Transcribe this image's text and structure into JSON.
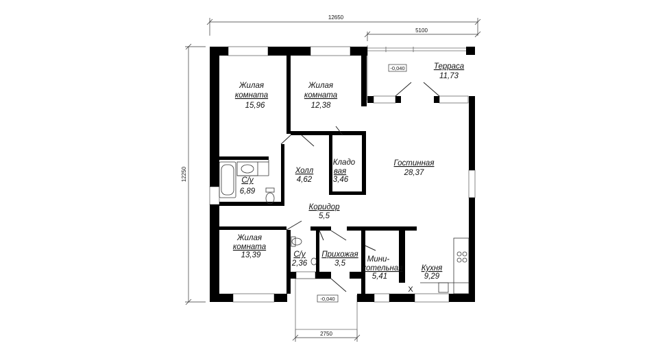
{
  "dimensions": {
    "total_width": "12650",
    "terrace_width": "5100",
    "total_height": "12250",
    "porch_width": "2750"
  },
  "levels": {
    "terrace": "-0,040",
    "porch": "-0,040"
  },
  "rooms": {
    "bedroom1": {
      "name_line1": "Жилая",
      "name_line2": "комната",
      "area": "15,96"
    },
    "bedroom2": {
      "name_line1": "Жилая",
      "name_line2": "комната",
      "area": "12,38"
    },
    "bedroom3": {
      "name_line1": "Жилая",
      "name_line2": "комната",
      "area": "13,39"
    },
    "terrace": {
      "name": "Терраса",
      "area": "11,73"
    },
    "bathroom1": {
      "name": "С/у",
      "area": "6,89"
    },
    "hall": {
      "name": "Холл",
      "area": "4,62"
    },
    "storage": {
      "name_line1": "Кладо",
      "name_line2": "вая",
      "area": "3,46"
    },
    "living": {
      "name": "Гостинная",
      "area": "28,37"
    },
    "corridor": {
      "name": "Коридор",
      "area": "5,5"
    },
    "bathroom2": {
      "name": "С/у",
      "area": "2,36"
    },
    "entry": {
      "name": "Прихожая",
      "area": "3,5"
    },
    "boiler": {
      "name_line1": "Мини-",
      "name_line2": "котельная",
      "area": "5,41"
    },
    "kitchen": {
      "name": "Кухня",
      "area": "9,29"
    }
  },
  "marker": {
    "cross": "X"
  }
}
